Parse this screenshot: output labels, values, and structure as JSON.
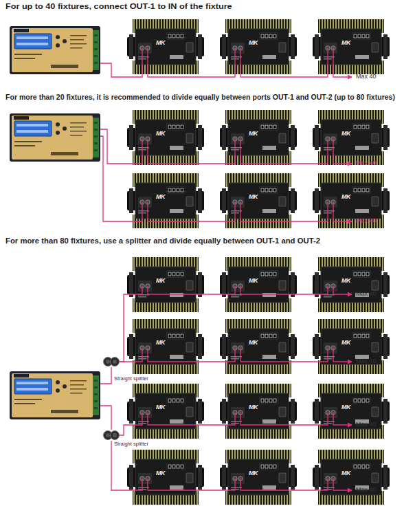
{
  "diagram": {
    "labels": [
      "For up to 40 fixtures, connect OUT-1 to IN of the fixture",
      "MK",
      "MK",
      "MK",
      "Max 40",
      "For more than 20 fixtures, it is recommended to divide equally between ports OUT-1 and OUT-2 (up to 80 fixtures)",
      "MK",
      "MK",
      "MK",
      "Max 40",
      "MK",
      "MK",
      "MK",
      "Max 40",
      "For more than 80 fixtures, use a splitter and divide equally between OUT-1 and OUT-2",
      "MK",
      "MK",
      "MK",
      "Max 40",
      "MK",
      "MK",
      "MK",
      "Max 40",
      "Straight splitter",
      "MK",
      "MK",
      "MK",
      "Max 40",
      "MK",
      "MK",
      "MK",
      "Max 40",
      "Straight splitter"
    ]
  }
}
